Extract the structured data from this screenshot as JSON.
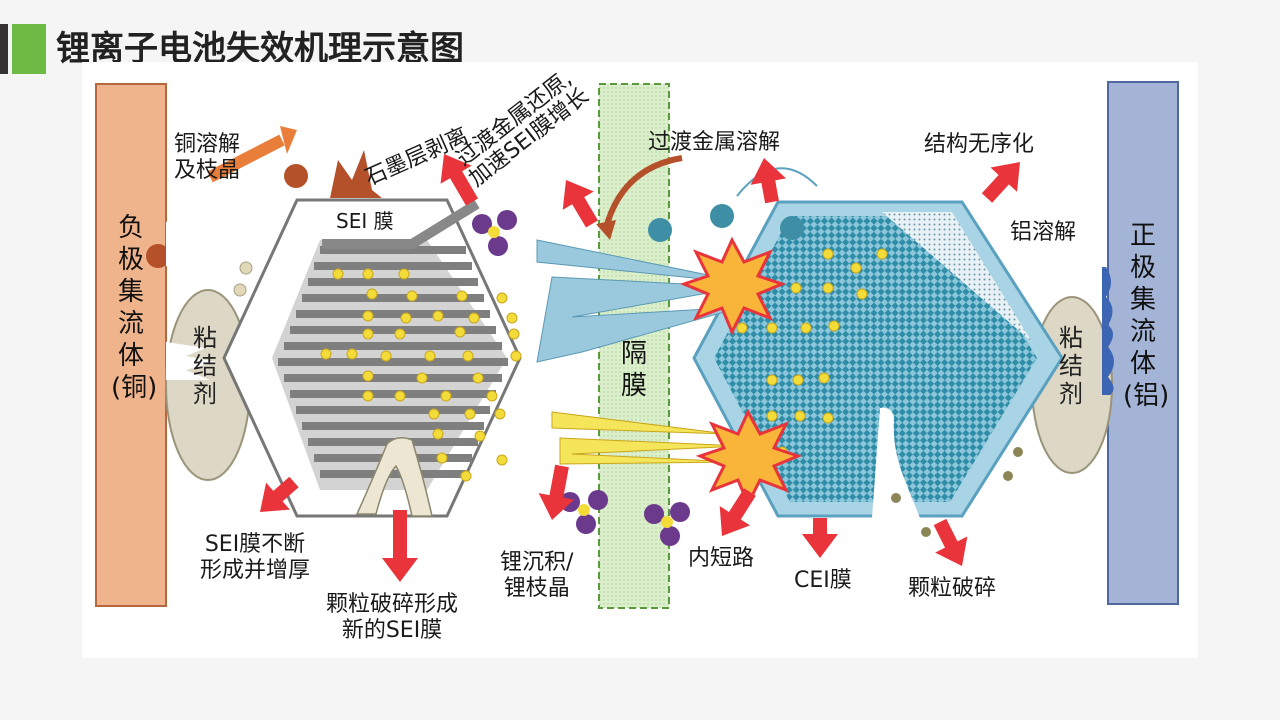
{
  "header": {
    "title": "锂离子电池失效机理示意图",
    "accent_dark": "#333333",
    "accent_green": "#6dbb45"
  },
  "diagram": {
    "anode_collector": "负\n极\n集\n流\n体\n(铜)",
    "cathode_collector": "正\n极\n集\n流\n体\n(铝)",
    "anode_binder": "粘\n结\n剂",
    "cathode_binder": "粘\n结\n剂",
    "separator": "隔\n膜",
    "sei_film": "SEI 膜",
    "copper_dissolution": "铜溶解\n及枝晶",
    "graphite_exfoliation": "石墨层剥离",
    "tm_reduction": "过渡金属还原,\n加速SEI膜增长",
    "tm_dissolution": "过渡金属溶解",
    "structure_disorder": "结构无序化",
    "al_dissolution": "铝溶解",
    "sei_thickening": "SEI膜不断\n形成并增厚",
    "particle_crack_sei": "颗粒破碎形成\n新的SEI膜",
    "li_plating": "锂沉积/\n锂枝晶",
    "internal_short": "内短路",
    "cei_film": "CEI膜",
    "particle_crack": "颗粒破碎"
  },
  "colors": {
    "anode_collector": "#f0b48c",
    "cathode_collector": "#a3b4d6",
    "separator": "#d8ecc6",
    "arrow_red": "#e8343a",
    "cathode_blue": "#8fc5dd",
    "lithium_yellow": "#f3dc3a",
    "metal_ion_purple": "#6b3a8c",
    "copper_ion": "#b4512a",
    "tm_ion_teal": "#3e8fa6"
  }
}
